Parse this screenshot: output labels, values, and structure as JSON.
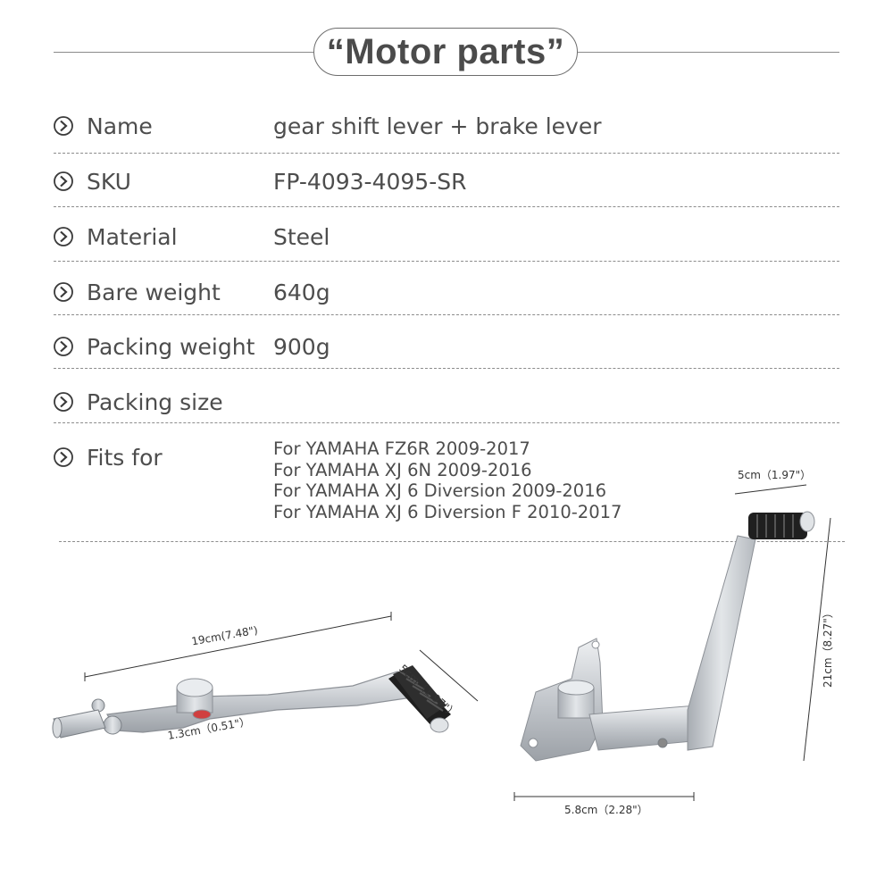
{
  "title": "“Motor parts”",
  "specs": [
    {
      "label": "Name",
      "value": "gear shift lever + brake lever"
    },
    {
      "label": "SKU",
      "value": "FP-4093-4095-SR"
    },
    {
      "label": "Material",
      "value": "Steel"
    },
    {
      "label": "Bare weight",
      "value": "640g"
    },
    {
      "label": "Packing weight",
      "value": "900g"
    },
    {
      "label": "Packing size",
      "value": ""
    },
    {
      "label": "Fits for",
      "value": ""
    }
  ],
  "fits_for": [
    "For YAMAHA FZ6R  2009-2017",
    "For YAMAHA XJ 6N  2009-2016",
    "For YAMAHA XJ 6 Diversion  2009-2016",
    "For YAMAHA XJ 6 Diversion F  2010-2017"
  ],
  "dimensions": {
    "shift_length": "19cm(7.48\")",
    "shift_peg": "5cm（1.97\"）",
    "shift_hole": "1.3cm（0.51\"）",
    "brake_peg": "5cm（1.97\"）",
    "brake_height": "21cm（8.27\"）",
    "brake_width": "5.8cm（2.28\"）"
  },
  "icon": "chevron-circle-right-icon",
  "colors": {
    "text": "#4d4d4d",
    "separator": "#8c8c8c",
    "steel": "#c9ccd0",
    "rubber": "#1f1f1f"
  }
}
